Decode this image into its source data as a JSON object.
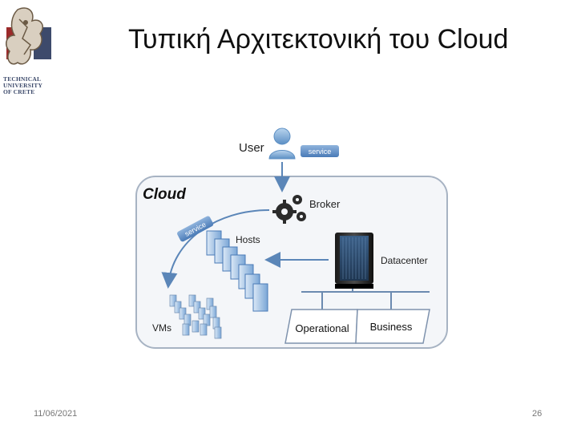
{
  "slide": {
    "title": "Τυπική Αρχιτεκτονική του Cloud",
    "date": "11/06/2021",
    "page_number": "26"
  },
  "logo": {
    "line1": "TECHNICAL",
    "line2": "UNIVERSITY",
    "line3": "OF CRETE"
  },
  "diagram": {
    "user_label": "User",
    "service_badge": "service",
    "cloud_label": "Cloud",
    "broker_label": "Broker",
    "service_arc_label": "service",
    "hosts_label": "Hosts",
    "datacenter_label": "Datacenter",
    "vms_label": "VMs",
    "operational_label": "Operational",
    "business_label": "Business"
  }
}
